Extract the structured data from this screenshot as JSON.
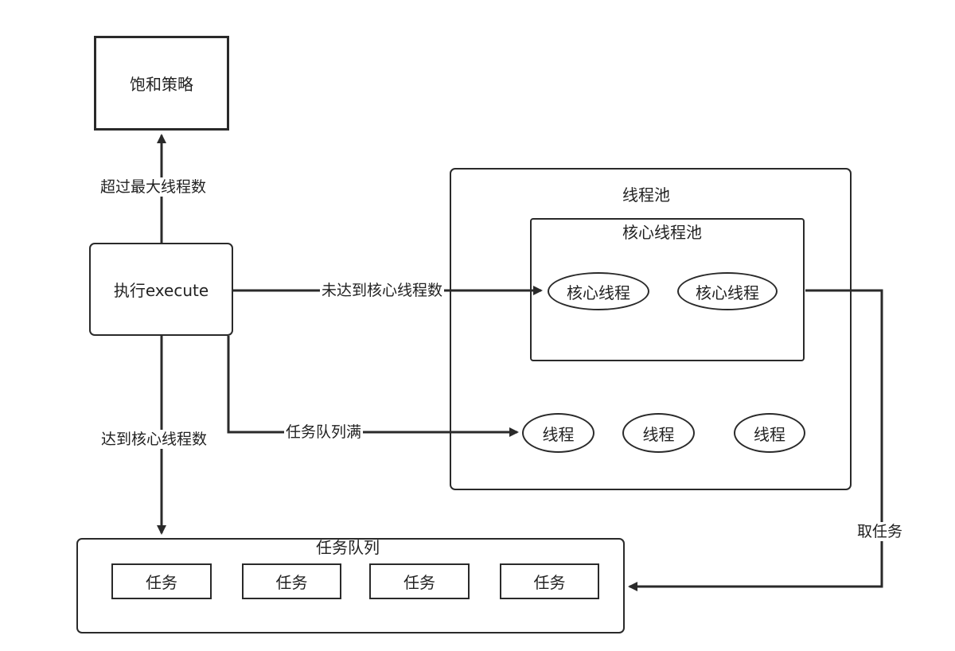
{
  "nodes": {
    "saturation_policy": "饱和策略",
    "execute": "执行execute",
    "thread_pool": "线程池",
    "core_thread_pool": "核心线程池",
    "core_threads": [
      "核心线程",
      "核心线程"
    ],
    "threads": [
      "线程",
      "线程",
      "线程"
    ],
    "task_queue": "任务队列",
    "tasks": [
      "任务",
      "任务",
      "任务",
      "任务"
    ]
  },
  "edges": {
    "exceed_max_threads": "超过最大线程数",
    "core_not_reached": "未达到核心线程数",
    "core_reached": "达到核心线程数",
    "queue_full": "任务队列满",
    "take_task": "取任务"
  },
  "colors": {
    "stroke": "#2a2a2a",
    "text": "#222222",
    "background": "#ffffff"
  }
}
